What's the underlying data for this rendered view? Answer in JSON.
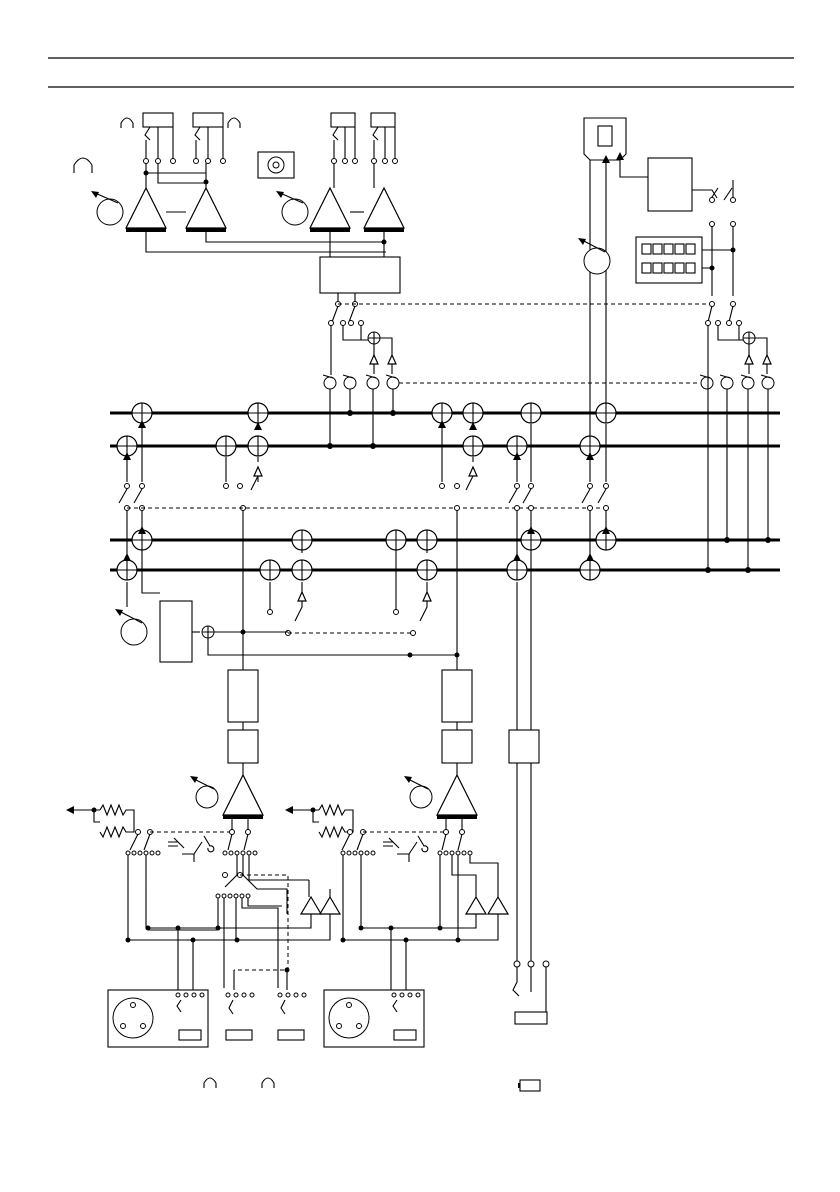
{
  "diagram": {
    "kind": "mixer block diagram (schematic)",
    "header_label": "",
    "buses": 4,
    "mic_preamp_channels": 2,
    "symbols": [
      "summing-node",
      "gain-knob",
      "amplifier",
      "jack-socket",
      "xlr-connector",
      "usb-port",
      "speaker",
      "headphone"
    ]
  }
}
